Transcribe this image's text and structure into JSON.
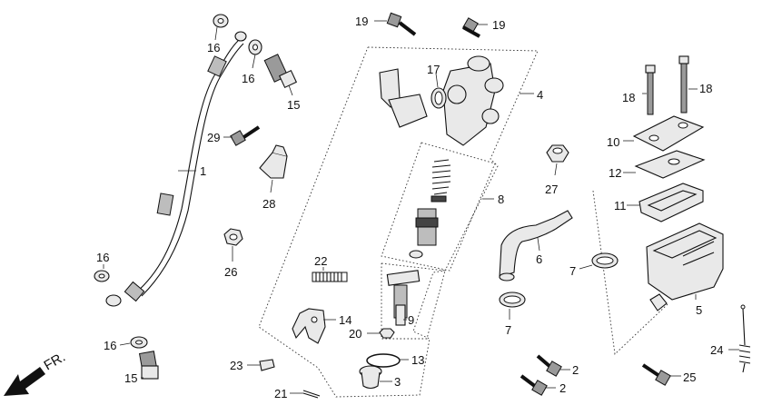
{
  "direction_label": "FR.",
  "callouts": {
    "c1": "1",
    "c2a": "2",
    "c2b": "2",
    "c3": "3",
    "c4": "4",
    "c5": "5",
    "c6": "6",
    "c7a": "7",
    "c7b": "7",
    "c8": "8",
    "c9": "9",
    "c10": "10",
    "c11": "11",
    "c12": "12",
    "c13": "13",
    "c14": "14",
    "c15a": "15",
    "c15b": "15",
    "c16a": "16",
    "c16b": "16",
    "c16c": "16",
    "c16d": "16",
    "c17": "17",
    "c18a": "18",
    "c18b": "18",
    "c19a": "19",
    "c19b": "19",
    "c20": "20",
    "c21": "21",
    "c22": "22",
    "c23": "23",
    "c24": "24",
    "c25": "25",
    "c26": "26",
    "c27": "27",
    "c28": "28",
    "c29": "29"
  }
}
